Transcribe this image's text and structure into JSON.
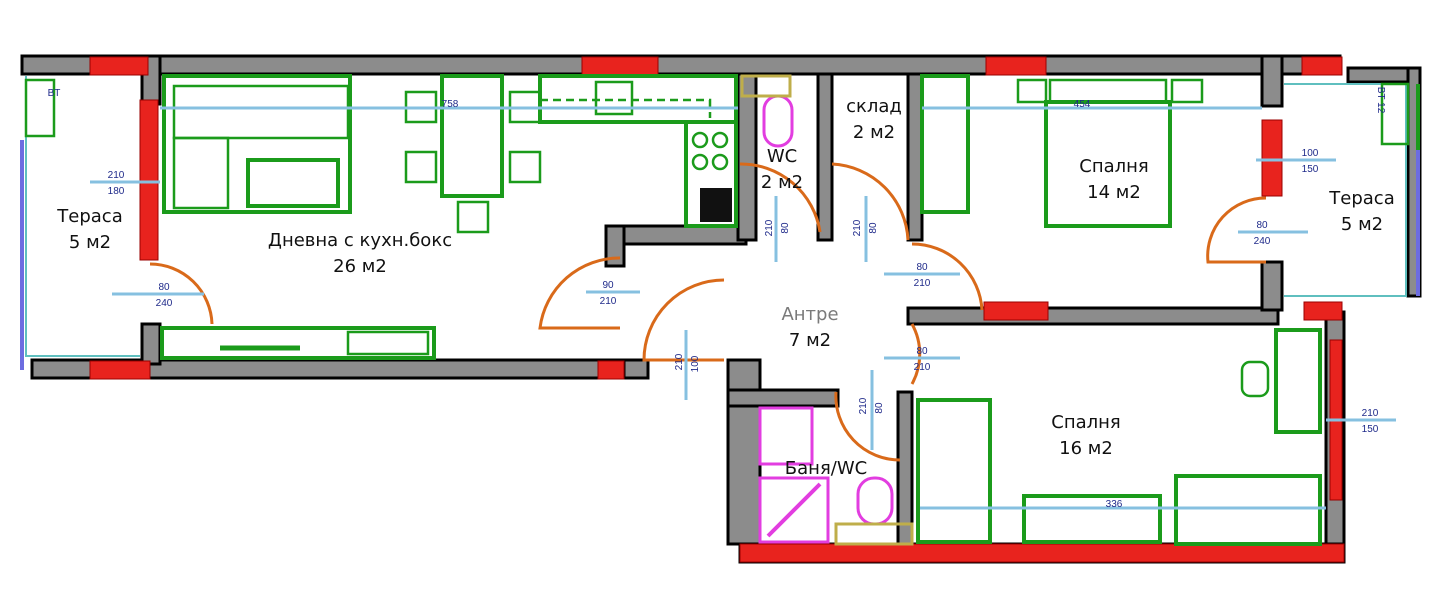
{
  "rooms": {
    "terrace_left": {
      "name": "Тераса",
      "area": "5 м2"
    },
    "living": {
      "name": "Дневна с кухн.бокс",
      "area": "26 м2"
    },
    "wc": {
      "name": "WC",
      "area": "2 м2"
    },
    "storage": {
      "name": "склад",
      "area": "2 м2"
    },
    "bedroom1": {
      "name": "Спалня",
      "area": "14 м2"
    },
    "terrace_right": {
      "name": "Тераса",
      "area": "5 м2"
    },
    "hall": {
      "name": "Антре",
      "area": "7 м2"
    },
    "bath": {
      "name": "Баня/WC"
    },
    "bedroom2": {
      "name": "Спалня",
      "area": "16 м2"
    }
  },
  "dimensions": {
    "living_width": "758",
    "bedroom1_width": "454",
    "bedroom2_width": "336",
    "win_left_w": "210",
    "win_left_h": "180",
    "door_left_w": "80",
    "door_left_h": "240",
    "door_living_w": "90",
    "door_living_h": "210",
    "entry_w": "100",
    "entry_h": "210",
    "wc_door_h": "210",
    "wc_door_w": "80",
    "storage_door_h": "210",
    "storage_door_w": "80",
    "bed1_door_w": "80",
    "bed1_door_h": "210",
    "bed2_door_w": "80",
    "bed2_door_h": "210",
    "bath_door_h": "210",
    "bath_door_w": "80",
    "win_right_w": "100",
    "win_right_h": "150",
    "door_right_w": "80",
    "door_right_h": "240",
    "win_bed2_w": "210",
    "win_bed2_h": "150"
  },
  "markers": {
    "bt_left": "BT",
    "bt_right": "BT 12"
  },
  "colors": {
    "wall": "#8c8c8c",
    "window": "#e8231e",
    "furniture": "#1b9b1b",
    "door": "#d96a1a",
    "sanitary": "#e23de0",
    "measure": "#86c0e0"
  }
}
